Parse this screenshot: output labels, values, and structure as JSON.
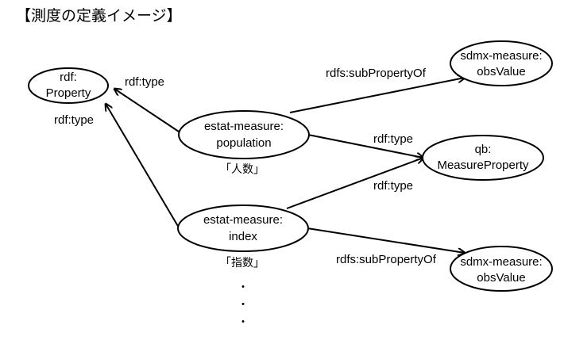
{
  "title": "【測度の定義イメージ】",
  "nodes": {
    "rdf_property": [
      "rdf:",
      "Property"
    ],
    "population": [
      "estat-measure:",
      "population"
    ],
    "index": [
      "estat-measure:",
      "index"
    ],
    "obsvalue_top": [
      "sdmx-measure:",
      "obsValue"
    ],
    "obsvalue_bottom": [
      "sdmx-measure:",
      "obsValue"
    ],
    "measure_property": [
      "qb:",
      "MeasureProperty"
    ]
  },
  "node_captions": {
    "population": "「人数」",
    "index": "「指数」"
  },
  "edges": {
    "population_to_property": "rdf:type",
    "index_to_property": "rdf:type",
    "population_to_obsvalue": "rdfs:subPropertyOf",
    "population_to_measureproperty": "rdf:type",
    "index_to_measureproperty": "rdf:type",
    "index_to_obsvalue": "rdfs:subPropertyOf"
  },
  "continuation": [
    "・",
    "・",
    "・"
  ]
}
